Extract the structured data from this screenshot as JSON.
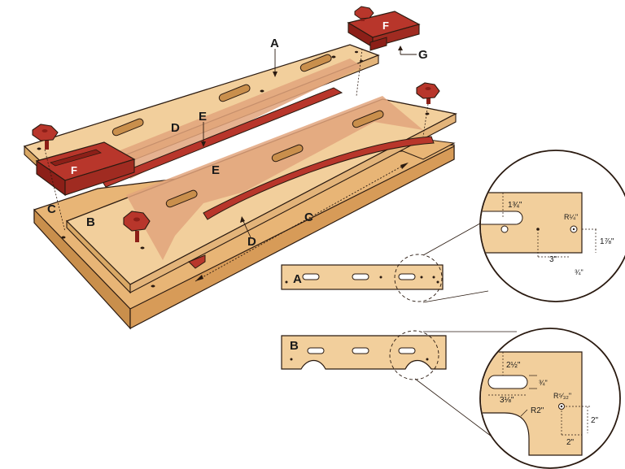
{
  "colors": {
    "wood_light": "#f2cf9c",
    "wood_mid": "#e8b576",
    "wood_dark": "#c98f4c",
    "overlay": "#e2a47c",
    "red": "#b8362b",
    "red_dark": "#8c1f18",
    "line": "#2a1a10"
  },
  "labels": {
    "a": "A",
    "b": "B",
    "c_left": "C",
    "c_mid": "C",
    "d_upper": "D",
    "d_lower": "D",
    "e_upper": "E",
    "e_mid": "E",
    "f_left": "F",
    "f_right": "F",
    "g": "G"
  },
  "detail_a": {
    "label": "A",
    "dim_slot_offset": "1¾\"",
    "dim_hole_radius": "R¼\"",
    "dim_hole_spacing": "3\"",
    "dim_edge_offset": "1⅞\"",
    "dim_end_offset": "¾\""
  },
  "detail_b": {
    "label": "B",
    "dim_slot_offset": "2½\"",
    "dim_slot_width": "¾\"",
    "dim_slot_length": "3⅛\"",
    "dim_hole_radius": "R⁵⁄₃₂\"",
    "dim_cutout_radius": "R2\"",
    "dim_hole_vertical": "2\"",
    "dim_hole_horizontal": "2\""
  }
}
